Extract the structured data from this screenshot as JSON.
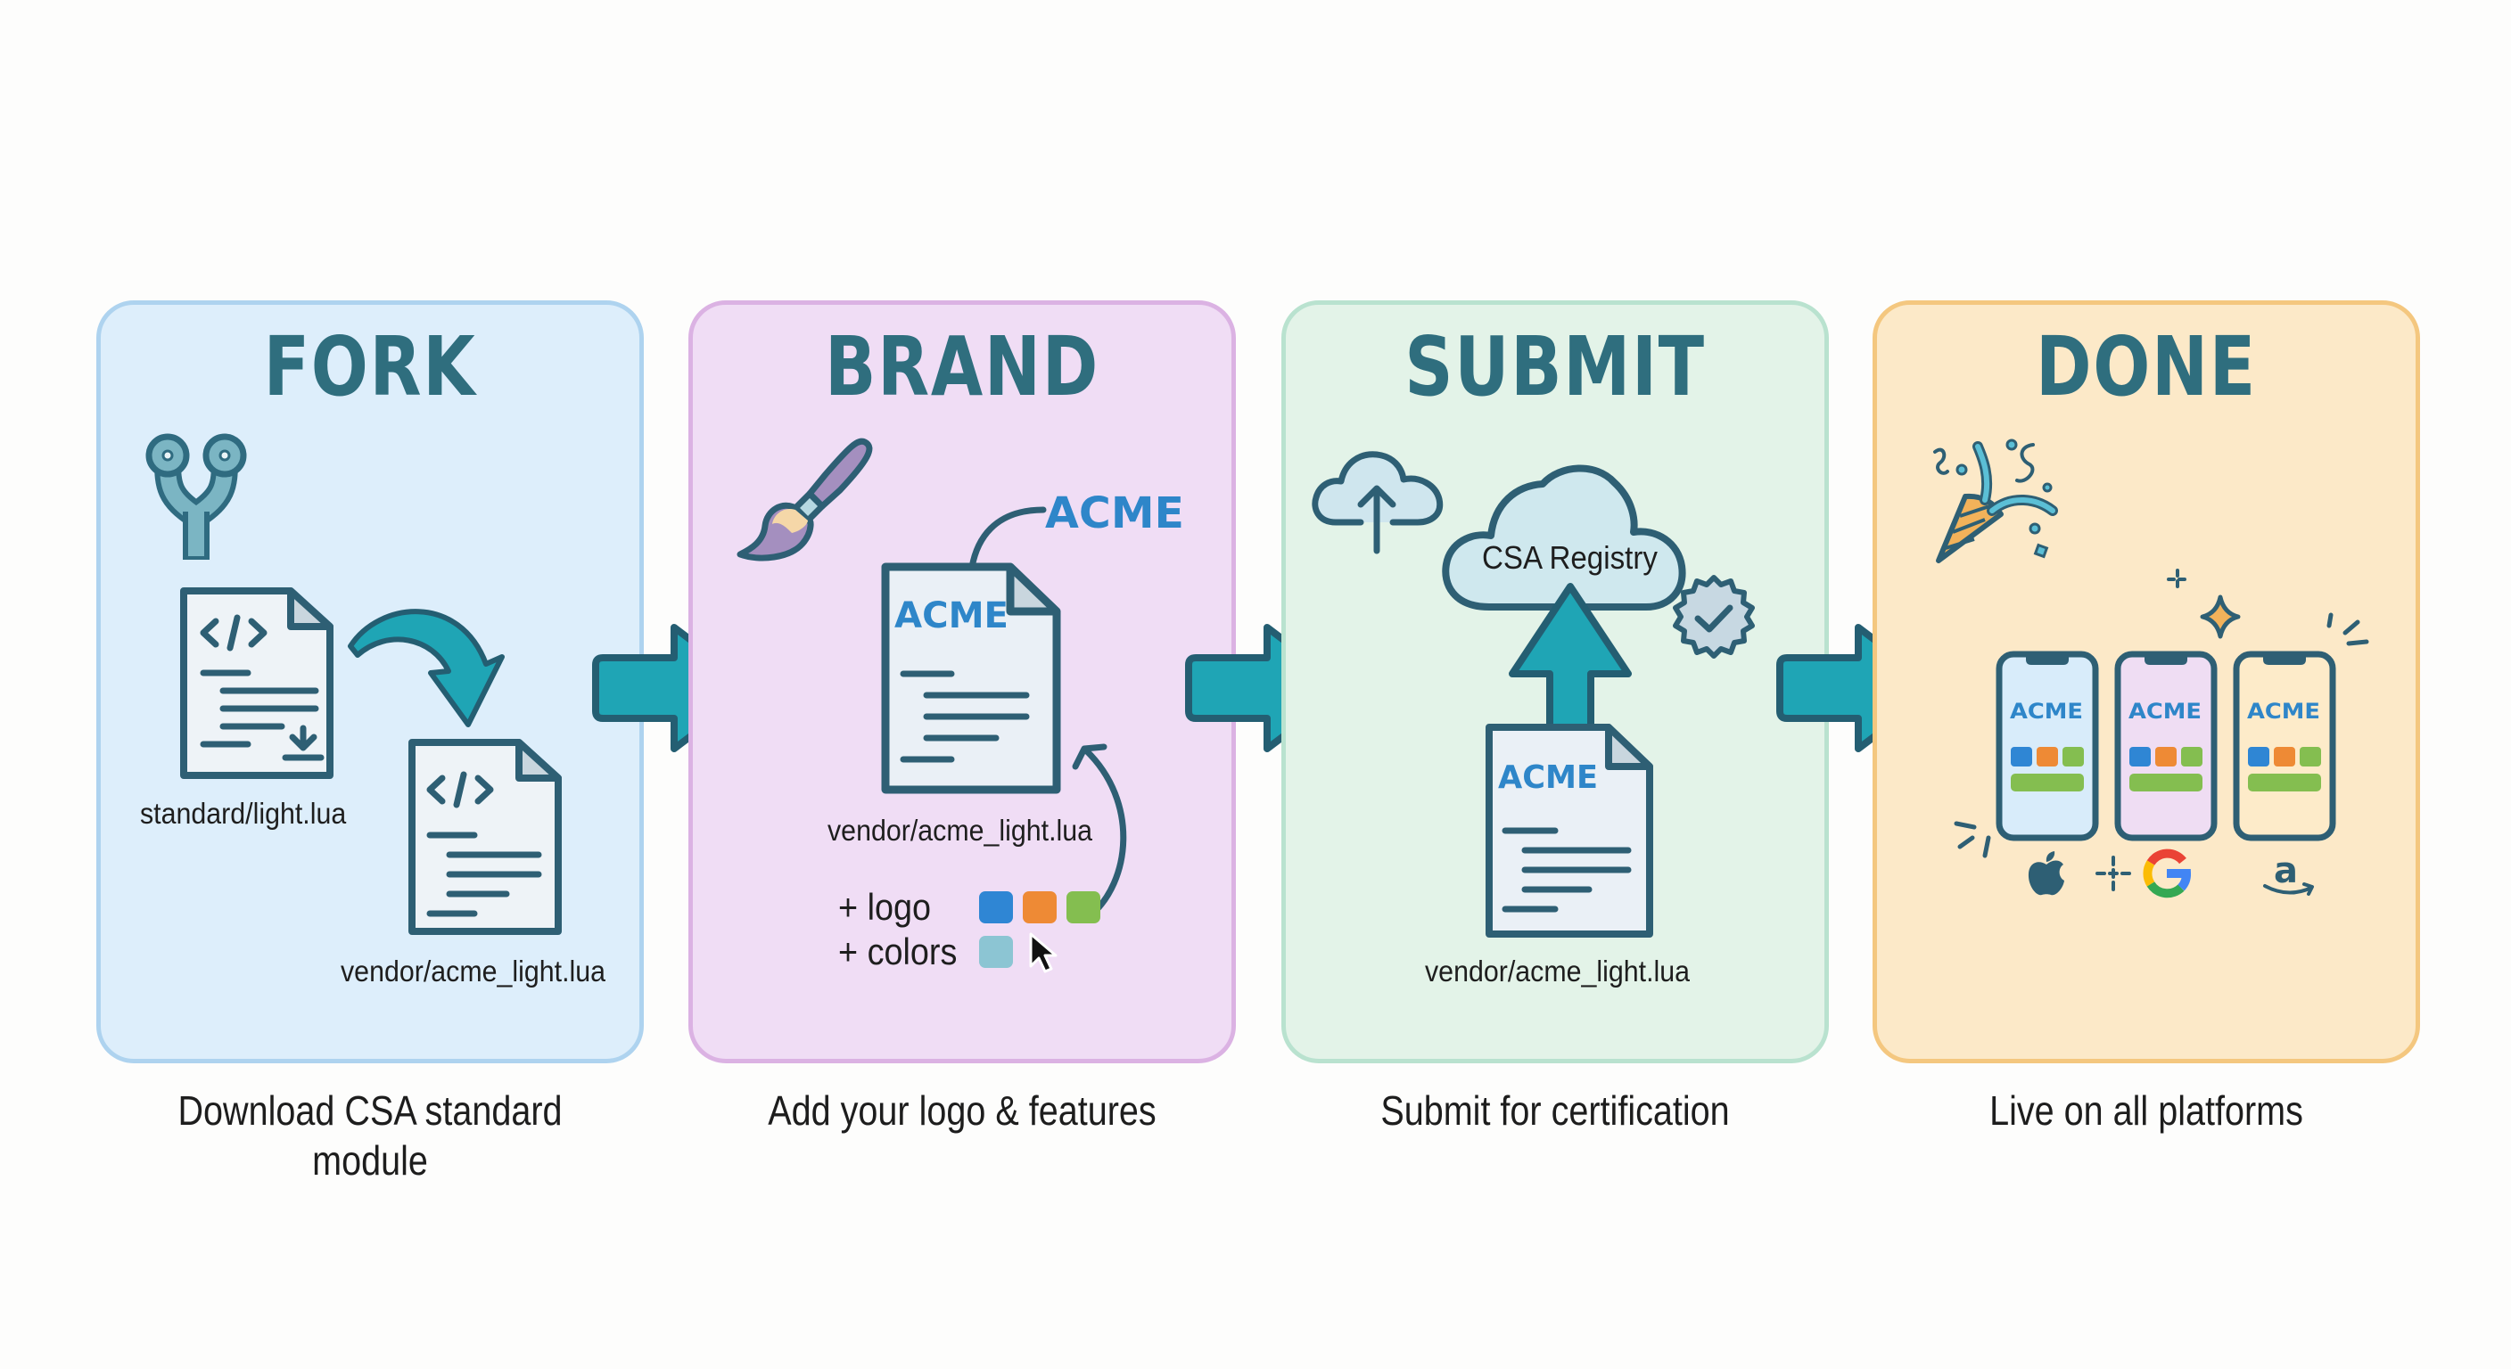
{
  "steps": [
    {
      "id": "fork",
      "title": "FORK",
      "caption": "Download CSA standard module",
      "source_file": "standard/light.lua",
      "target_file": "vendor/acme_light.lua"
    },
    {
      "id": "brand",
      "title": "BRAND",
      "caption": "Add your logo & features",
      "file": "vendor/acme_light.lua",
      "logo_text": "ACME",
      "additions": [
        "+ logo",
        "+ colors"
      ],
      "swatches": [
        "#2f86d4",
        "#ee8a35",
        "#84be50",
        "#8cc5d3"
      ]
    },
    {
      "id": "submit",
      "title": "SUBMIT",
      "caption": "Submit for certification",
      "registry_label": "CSA Registry",
      "file": "vendor/acme_light.lua",
      "logo_text": "ACME"
    },
    {
      "id": "done",
      "title": "DONE",
      "caption": "Live on all platforms",
      "app_logo_text": "ACME",
      "platforms": [
        "apple",
        "google",
        "amazon"
      ]
    }
  ],
  "colors": {
    "accent_teal": "#1fa5b5",
    "outline": "#2e5f74",
    "brand_blue": "#2e86c9",
    "title": "#2f6e7e"
  }
}
